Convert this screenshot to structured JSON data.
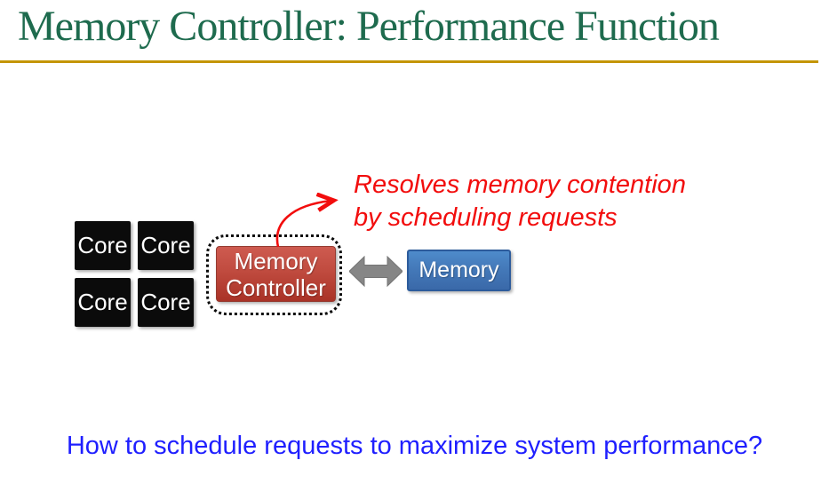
{
  "slide": {
    "title": "Memory Controller: Performance Function",
    "diagram": {
      "cores": [
        "Core",
        "Core",
        "Core",
        "Core"
      ],
      "memory_controller_label": "Memory Controller",
      "memory_label": "Memory",
      "annotation": {
        "line1": "Resolves memory contention",
        "line2": "by scheduling requests"
      },
      "icons": [
        "bidirectional-arrow-icon",
        "annotation-curved-arrow-icon"
      ]
    },
    "question": "How to schedule requests to maximize system performance?",
    "colors": {
      "title_green": "#1E6B4E",
      "rule_gold": "#C49502",
      "core_black": "#0B0B0B",
      "controller_red_top": "#CE5B50",
      "controller_red_bottom": "#A93226",
      "memory_blue_top": "#4E8BCB",
      "memory_blue_bottom": "#3A69A9",
      "arrow_gray": "#868686",
      "annotation_red": "#F20D0D",
      "question_blue": "#1F1FFF"
    }
  }
}
